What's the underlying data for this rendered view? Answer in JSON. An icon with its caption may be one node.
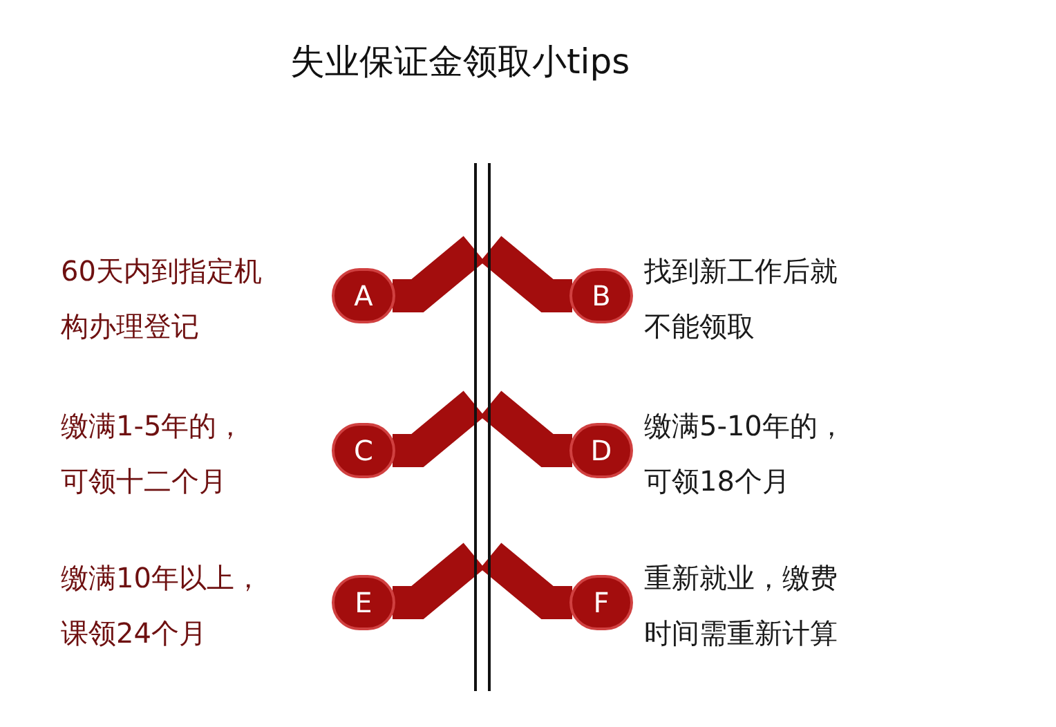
{
  "diagram": {
    "title": "失业保证金领取小tips",
    "nodes": [
      {
        "text": [],
        "shape": "bar"
      },
      {
        "text": [
          "A"
        ],
        "beside": [
          "60天内到指定机构办理登记"
        ]
      },
      {
        "text": [
          "B"
        ],
        "beside": [
          "找到新工作后就不能领取"
        ]
      },
      {
        "text": [
          "C"
        ],
        "beside": [
          "缴满1-5年的，可领十二个月"
        ]
      },
      {
        "text": [
          "D"
        ],
        "beside": [
          "缴满5-10年的，可领18个月"
        ]
      },
      {
        "text": [
          "E"
        ],
        "beside": [
          "缴满10年以上，课领24个月"
        ]
      },
      {
        "text": [
          "F"
        ],
        "beside": [
          "重新就业，缴费时间需重新计算"
        ]
      }
    ],
    "edges": [
      {
        "from": 0,
        "to": 1,
        "arrow": "none"
      },
      {
        "from": 0,
        "to": 2,
        "arrow": "none"
      },
      {
        "from": 0,
        "to": 3,
        "arrow": "none"
      },
      {
        "from": 0,
        "to": 4,
        "arrow": "none"
      },
      {
        "from": 0,
        "to": 5,
        "arrow": "none"
      },
      {
        "from": 0,
        "to": 6,
        "arrow": "none"
      }
    ]
  }
}
